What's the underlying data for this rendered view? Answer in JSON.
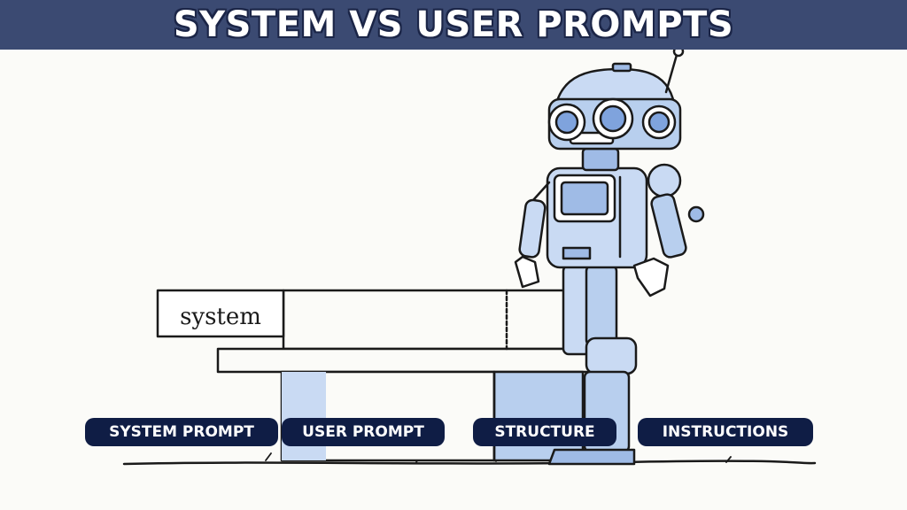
{
  "header": {
    "title": "SYSTEM VS USER PROMPTS"
  },
  "illustration": {
    "sign_text": "system"
  },
  "labels": [
    "SYSTEM PROMPT",
    "USER PROMPT",
    "STRUCTURE",
    "INSTRUCTIONS"
  ],
  "colors": {
    "header_bg": "#3b4a72",
    "pill_bg": "#0f1d45",
    "accent_blue": "#a9c3e8"
  }
}
